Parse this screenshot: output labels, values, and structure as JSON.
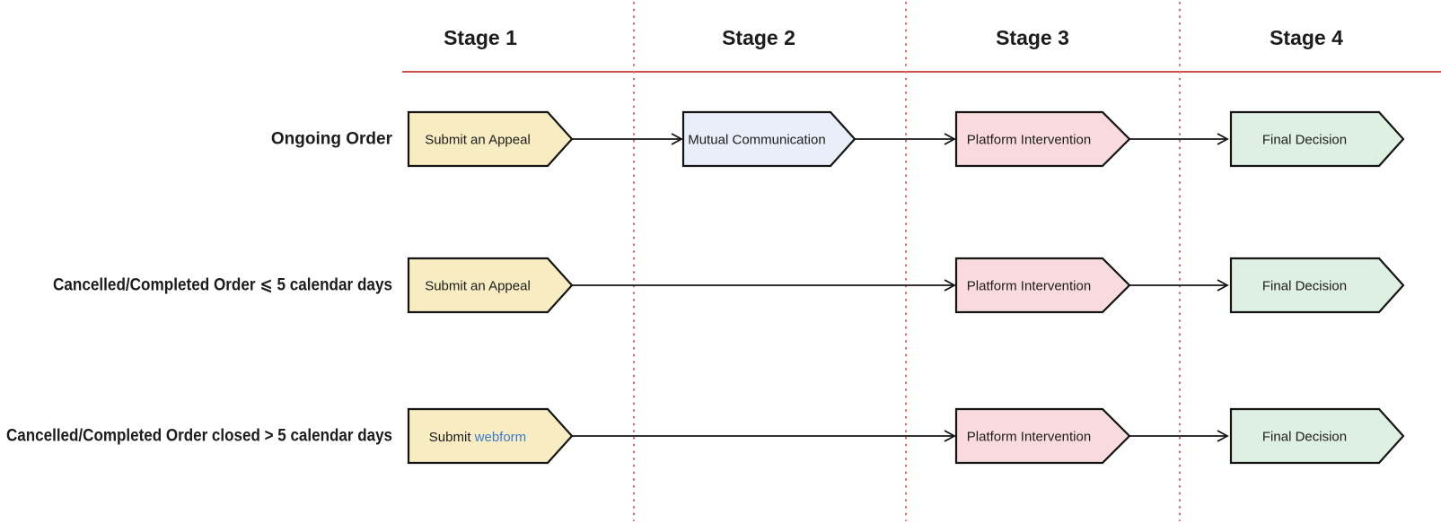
{
  "header": {
    "stages": [
      {
        "label": "Stage 1"
      },
      {
        "label": "Stage 2"
      },
      {
        "label": "Stage 3"
      },
      {
        "label": "Stage 4"
      }
    ]
  },
  "rows": [
    {
      "label": "Ongoing Order",
      "steps": [
        {
          "text": "Submit an Appeal"
        },
        {
          "text": "Mutual Communication"
        },
        {
          "text": "Platform Intervention"
        },
        {
          "text": "Final Decision"
        }
      ]
    },
    {
      "label": "Cancelled/Completed Order ⩽ 5 calendar days",
      "steps": [
        {
          "text": "Submit an Appeal"
        },
        {
          "text": "Platform Intervention"
        },
        {
          "text": "Final Decision"
        }
      ]
    },
    {
      "label": "Cancelled/Completed Order closed > 5 calendar days",
      "steps": [
        {
          "text_prefix": "Submit ",
          "link_text": "webform"
        },
        {
          "text": "Platform Intervention"
        },
        {
          "text": "Final Decision"
        }
      ]
    }
  ],
  "colors": {
    "stage_header_red": "#c9514d",
    "rule_red": "#c9514d",
    "divider_red": "#e26868",
    "step_yellow": "#f8ecc2",
    "step_blue": "#e9eef8",
    "step_pink": "#fadbdd",
    "step_green": "#def0e2",
    "label_dark": "#23252f",
    "link_blue": "#3d7bce",
    "background": "#ffffff"
  }
}
